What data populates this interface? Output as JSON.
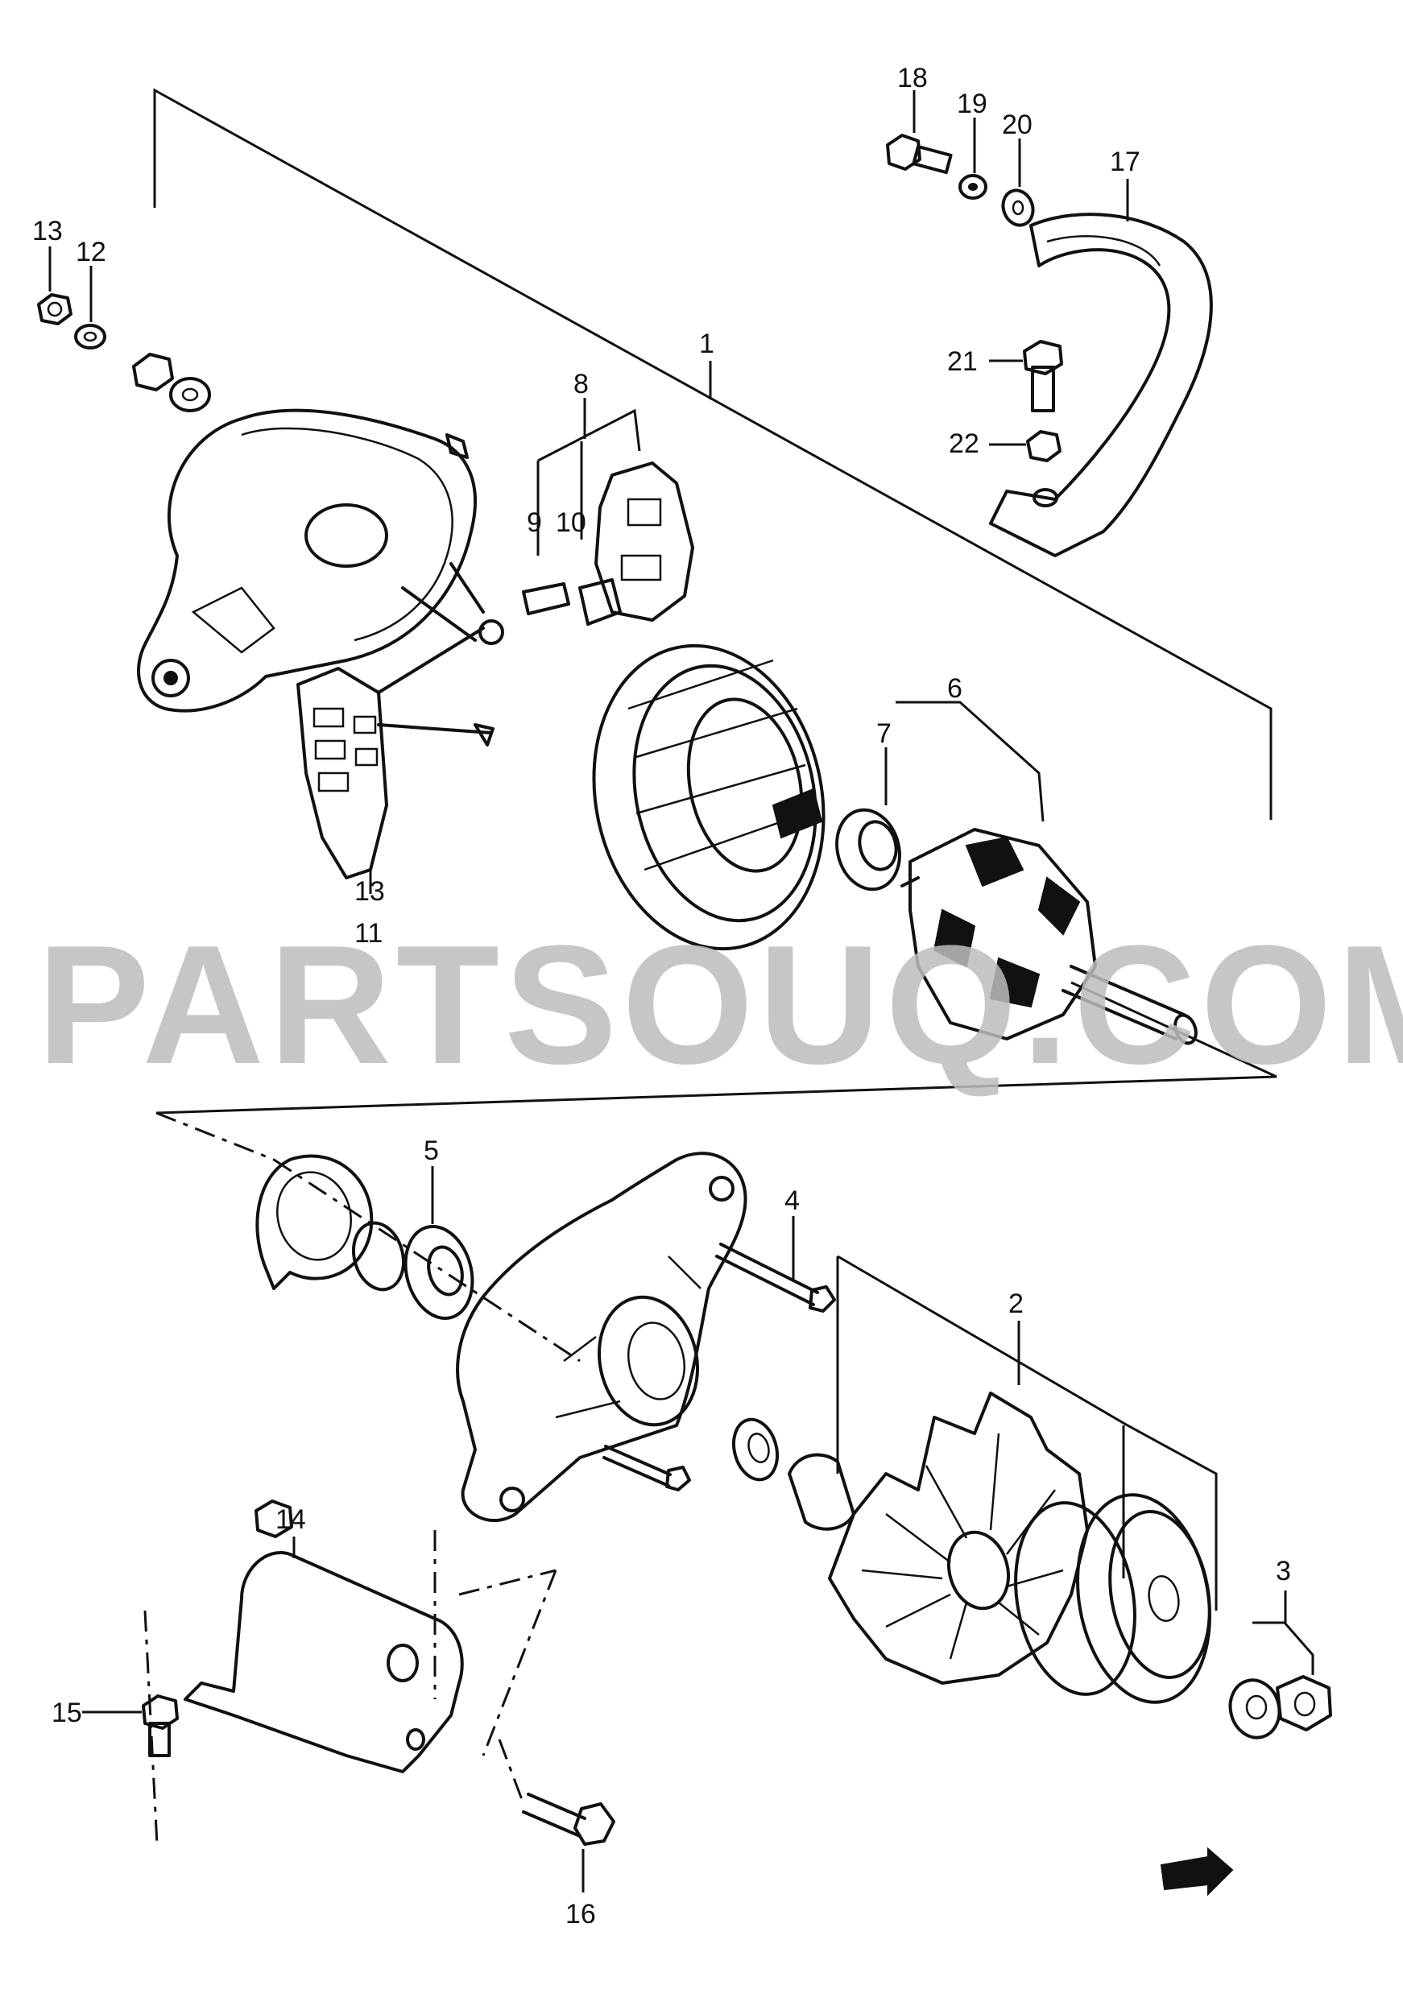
{
  "watermark": "PARTSOUQ.COM",
  "callouts": [
    "1",
    "2",
    "3",
    "4",
    "5",
    "6",
    "7",
    "8",
    "9",
    "10",
    "11",
    "12",
    "13",
    "13",
    "14",
    "15",
    "16",
    "17",
    "18",
    "19",
    "20",
    "21",
    "22"
  ]
}
